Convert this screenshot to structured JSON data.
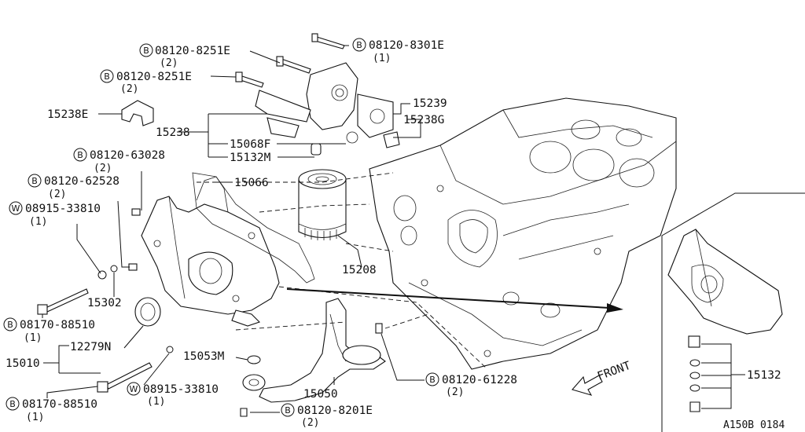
{
  "callouts": {
    "b_8251e_top": {
      "letter": "B",
      "code": "08120-8251E",
      "qty": "(2)"
    },
    "b_8251e_mid": {
      "letter": "B",
      "code": "08120-8251E",
      "qty": "(2)"
    },
    "b_8301e": {
      "letter": "B",
      "code": "08120-8301E",
      "qty": "(1)"
    },
    "b_63028": {
      "letter": "B",
      "code": "08120-63028",
      "qty": "(2)"
    },
    "b_62528": {
      "letter": "B",
      "code": "08120-62528",
      "qty": "(2)"
    },
    "w_33810_top": {
      "letter": "W",
      "code": "08915-33810",
      "qty": "(1)"
    },
    "b_88510_top": {
      "letter": "B",
      "code": "08170-88510",
      "qty": "(1)"
    },
    "w_33810_bot": {
      "letter": "W",
      "code": "08915-33810",
      "qty": "(1)"
    },
    "b_88510_bot": {
      "letter": "B",
      "code": "08170-88510",
      "qty": "(1)"
    },
    "b_8201e": {
      "letter": "B",
      "code": "08120-8201E",
      "qty": "(2)"
    },
    "b_61228": {
      "letter": "B",
      "code": "08120-61228",
      "qty": "(2)"
    }
  },
  "parts": {
    "p15238e": "15238E",
    "p15238": "15238",
    "p15239": "15239",
    "p15238g": "15238G",
    "p15068f": "15068F",
    "p15132m": "15132M",
    "p15066": "15066",
    "p15208": "15208",
    "p15302": "15302",
    "p12279n": "12279N",
    "p15010": "15010",
    "p15053m": "15053M",
    "p15050": "15050",
    "p15132": "15132"
  },
  "front_label": "FRONT",
  "diagram_code": "A150B 0184"
}
